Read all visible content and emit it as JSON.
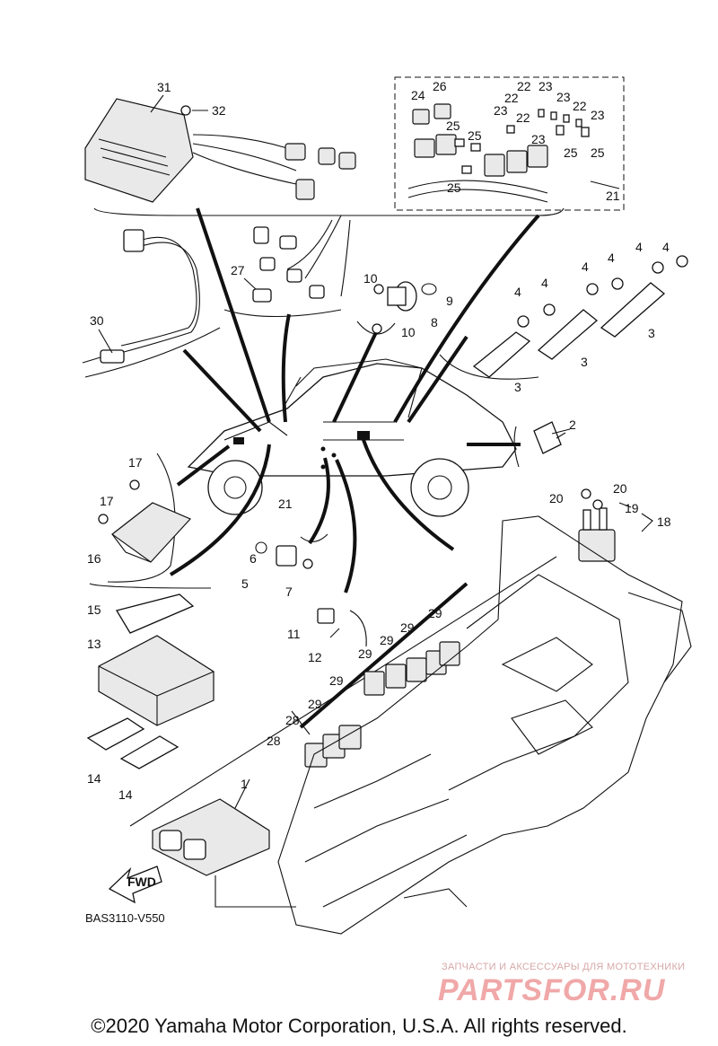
{
  "diagram_code": "BAS3110-V550",
  "watermark": {
    "tagline": "ЗАПЧАСТИ И АКСЕССУАРЫ ДЛЯ МОТОТЕХНИКИ",
    "logo": "PARTSFOR.RU"
  },
  "copyright": "©2020 Yamaha Motor Corporation, U.S.A. All rights reserved.",
  "fwd_label": "FWD",
  "callouts": {
    "c1": "1",
    "c2": "2",
    "c3a": "3",
    "c3b": "3",
    "c3c": "3",
    "c4a": "4",
    "c4b": "4",
    "c4c": "4",
    "c4d": "4",
    "c4e": "4",
    "c4f": "4",
    "c5": "5",
    "c6": "6",
    "c7": "7",
    "c8": "8",
    "c9": "9",
    "c10a": "10",
    "c10b": "10",
    "c11": "11",
    "c12": "12",
    "c13": "13",
    "c14a": "14",
    "c14b": "14",
    "c15": "15",
    "c16": "16",
    "c17a": "17",
    "c17b": "17",
    "c18": "18",
    "c19": "19",
    "c20a": "20",
    "c20b": "20",
    "c21a": "21",
    "c21b": "21",
    "c22a": "22",
    "c22b": "22",
    "c22c": "22",
    "c22d": "22",
    "c23a": "23",
    "c23b": "23",
    "c23c": "23",
    "c23d": "23",
    "c23e": "23",
    "c24": "24",
    "c25a": "25",
    "c25b": "25",
    "c25c": "25",
    "c25d": "25",
    "c25e": "25",
    "c26": "26",
    "c27": "27",
    "c28a": "28",
    "c28b": "28",
    "c29a": "29",
    "c29b": "29",
    "c29c": "29",
    "c29d": "29",
    "c29e": "29",
    "c29f": "29",
    "c30": "30",
    "c31": "31",
    "c32": "32"
  }
}
